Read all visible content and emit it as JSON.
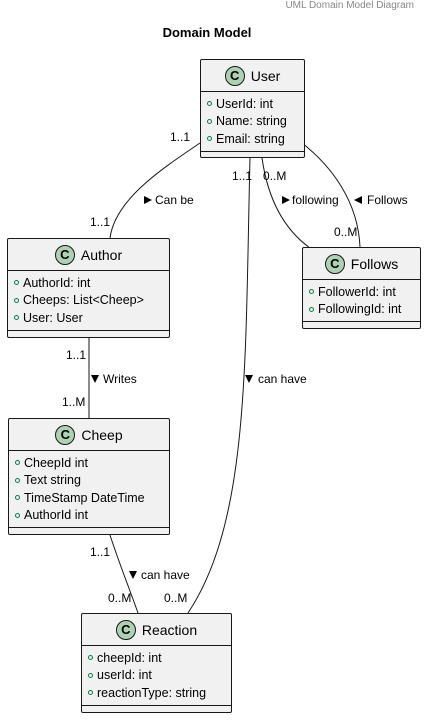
{
  "header": {
    "caption": "UML Domain Model Diagram"
  },
  "diagram": {
    "title": "Domain Model"
  },
  "classes": {
    "user": {
      "badge": "C",
      "name": "User",
      "attrs": [
        "UserId: int",
        "Name: string",
        "Email: string"
      ]
    },
    "author": {
      "badge": "C",
      "name": "Author",
      "attrs": [
        "AuthorId: int",
        "Cheeps: List<Cheep>",
        "User: User"
      ]
    },
    "follows": {
      "badge": "C",
      "name": "Follows",
      "attrs": [
        "FollowerId: int",
        "FollowingId: int"
      ]
    },
    "cheep": {
      "badge": "C",
      "name": "Cheep",
      "attrs": [
        "CheepId int",
        "Text string",
        "TimeStamp DateTime",
        "AuthorId int"
      ]
    },
    "reaction": {
      "badge": "C",
      "name": "Reaction",
      "attrs": [
        "cheepId: int",
        "userId: int",
        "reactionType: string"
      ]
    }
  },
  "relations": {
    "user_author": {
      "label": "Can be",
      "from_mult": "1..1",
      "to_mult": "1..1"
    },
    "user_follows_a": {
      "label": "following",
      "from_mult": "0..M"
    },
    "user_follows_b": {
      "label": "Follows",
      "to_mult": "0..M"
    },
    "user_reaction": {
      "label": "can have",
      "from_mult": "1..1",
      "to_mult": "0..M"
    },
    "author_cheep": {
      "label": "Writes",
      "from_mult": "1..1",
      "to_mult": "1..M"
    },
    "cheep_reaction": {
      "label": "can have",
      "from_mult": "1..1",
      "to_mult": "0..M"
    }
  },
  "colors": {
    "class_fill": "#f1f1f1",
    "badge_fill": "#add1b2",
    "line": "#181818",
    "attr_dot": "#038048"
  }
}
